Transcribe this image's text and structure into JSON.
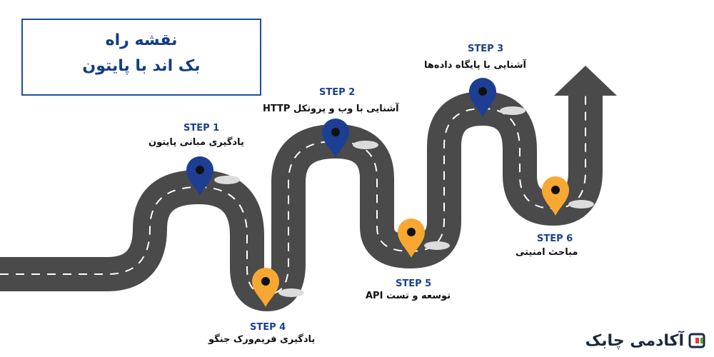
{
  "title": {
    "line1": "نقشه راه",
    "line2": "بک اند با پایتون"
  },
  "steps": [
    {
      "label": "STEP 1",
      "desc": "یادگیری مبانی پایتون"
    },
    {
      "label": "STEP 2",
      "desc": "آشنایی با وب و پروتکل HTTP"
    },
    {
      "label": "STEP 3",
      "desc": "آشنایی با پایگاه داده‌ها"
    },
    {
      "label": "STEP 4",
      "desc": "یادگیری فریم‌ورک جنگو"
    },
    {
      "label": "STEP 5",
      "desc": "توسعه و تست API"
    },
    {
      "label": "STEP 6",
      "desc": "مباحث امنیتی"
    }
  ],
  "logo": {
    "text": "آکادمی چابک"
  },
  "colors": {
    "blue_pin": "#1d3f93",
    "orange_pin": "#f7a832",
    "road": "#4d4d4d",
    "title": "#123c82"
  }
}
